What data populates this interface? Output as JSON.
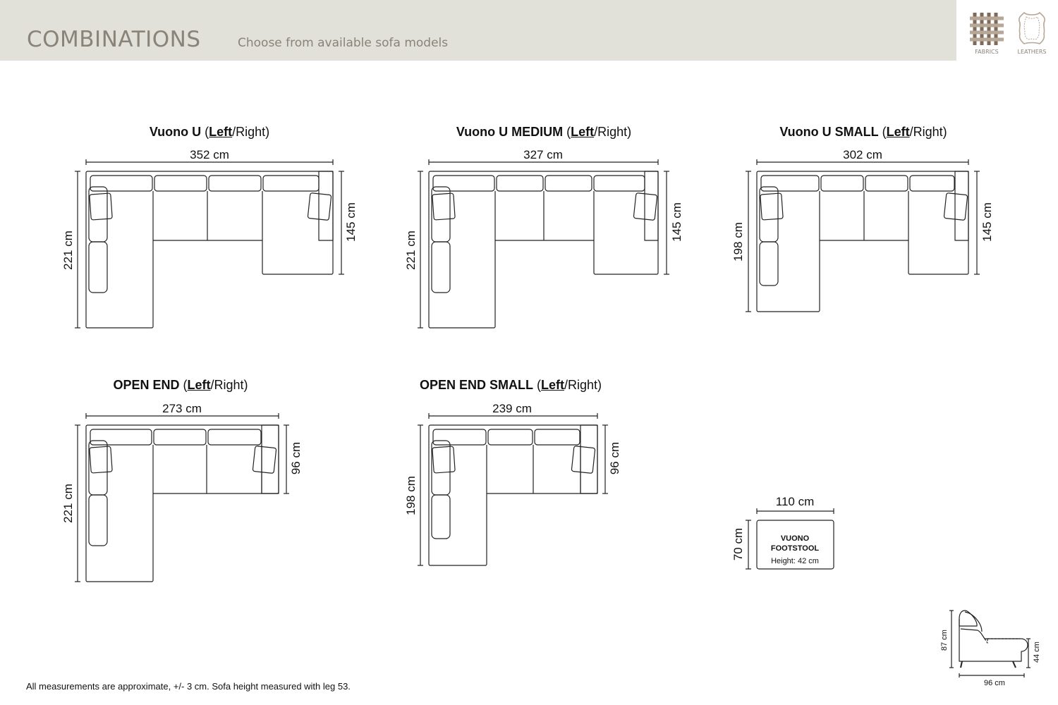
{
  "header": {
    "title": "COMBINATIONS",
    "subtitle": "Choose from available sofa models",
    "materials": [
      {
        "label": "FABRICS",
        "icon": "fabric-weave-icon"
      },
      {
        "label": "LEATHERS",
        "icon": "leather-hide-icon"
      }
    ]
  },
  "models": [
    {
      "name": "Vuono U",
      "left": "Left",
      "right": "/Right)",
      "width": "352 cm",
      "depth": "221 cm",
      "side": "145 cm"
    },
    {
      "name": "Vuono U MEDIUM",
      "left": "Left",
      "right": "/Right)",
      "width": "327 cm",
      "depth": "221 cm",
      "side": "145 cm"
    },
    {
      "name": "Vuono U SMALL",
      "left": "Left",
      "right": "/Right)",
      "width": "302 cm",
      "depth": "198 cm",
      "side": "145 cm"
    },
    {
      "name": "OPEN END",
      "left": "Left",
      "right": "/Right)",
      "width": "273 cm",
      "depth": "221 cm",
      "side": "96 cm"
    },
    {
      "name": "OPEN END SMALL",
      "left": "Left",
      "right": "/Right)",
      "width": "239 cm",
      "depth": "198 cm",
      "side": "96 cm"
    }
  ],
  "footstool": {
    "width": "110 cm",
    "depth": "70 cm",
    "name_line1": "VUONO",
    "name_line2": "FOOTSTOOL",
    "height": "Height: 42 cm"
  },
  "side_view": {
    "height": "87 cm",
    "seat": "44 cm",
    "depth": "96 cm"
  },
  "footnote": "All measurements are approximate, +/- 3 cm. Sofa height measured with leg 53."
}
